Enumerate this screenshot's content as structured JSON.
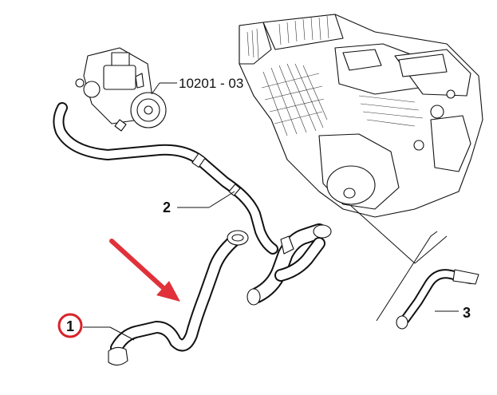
{
  "labels": {
    "item1": "1",
    "item2": "2",
    "item3": "3",
    "ref": "10201 - 03"
  },
  "colors": {
    "arrow": "#e0313a",
    "highlight_ring": "#d8232a",
    "line": "#111111"
  },
  "icons": {
    "pointer": "red-arrow-icon",
    "callout": "circled-number-icon"
  }
}
